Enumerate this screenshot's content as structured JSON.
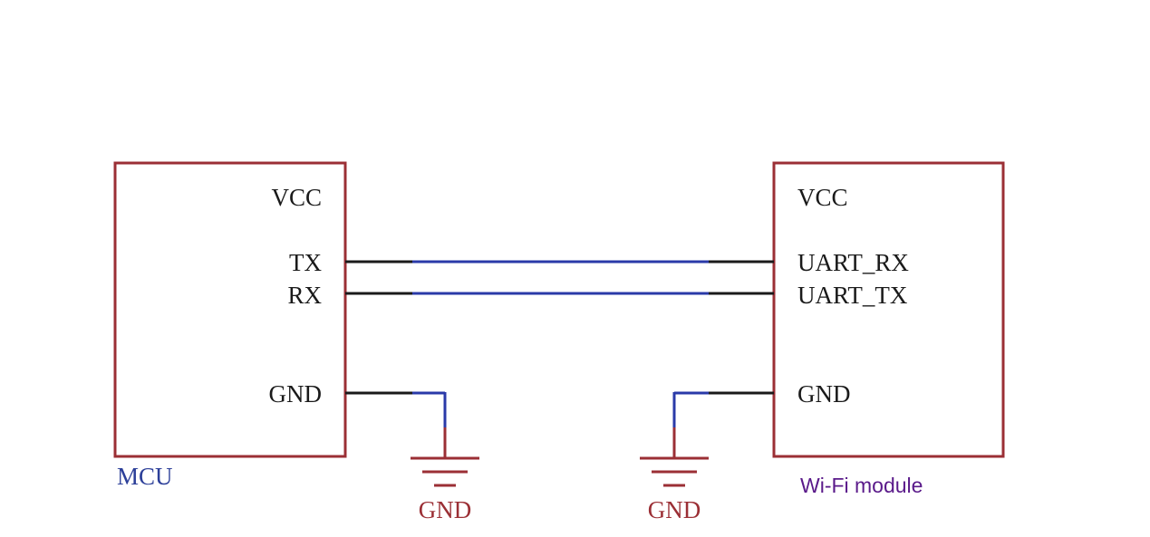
{
  "colors": {
    "background": "#ffffff",
    "block_border": "#9b2f35",
    "wire_black": "#1a1a1a",
    "wire_blue": "#2a3aa8",
    "gnd_symbol": "#9b2f35",
    "label_text": "#1a1a1a",
    "gnd_text": "#9b2f35",
    "mcu_text": "#2c3f99",
    "module_text": "#5a1a8a"
  },
  "mcu": {
    "name": "MCU",
    "pins": {
      "vcc": "VCC",
      "tx": "TX",
      "rx": "RX",
      "gnd": "GND"
    }
  },
  "wifi_module": {
    "name": "Wi-Fi module",
    "pins": {
      "vcc": "VCC",
      "rx": "UART_RX",
      "tx": "UART_TX",
      "gnd": "GND"
    }
  },
  "ground_symbols": {
    "left": "GND",
    "right": "GND"
  },
  "icons": {
    "ground": "ground-symbol-icon"
  }
}
